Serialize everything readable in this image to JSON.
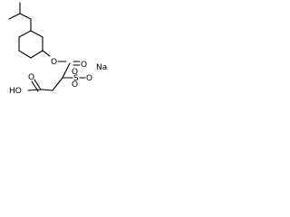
{
  "labels": {
    "ester_o": "O",
    "ester_carbonyl_o": "O",
    "sulfur": "S",
    "sulfonyl_o_top": "O",
    "sulfonyl_o_bottom": "O",
    "sulfonate_o": "O",
    "sodium": "Na",
    "acid_o": "O",
    "acid_oh": "HO"
  }
}
